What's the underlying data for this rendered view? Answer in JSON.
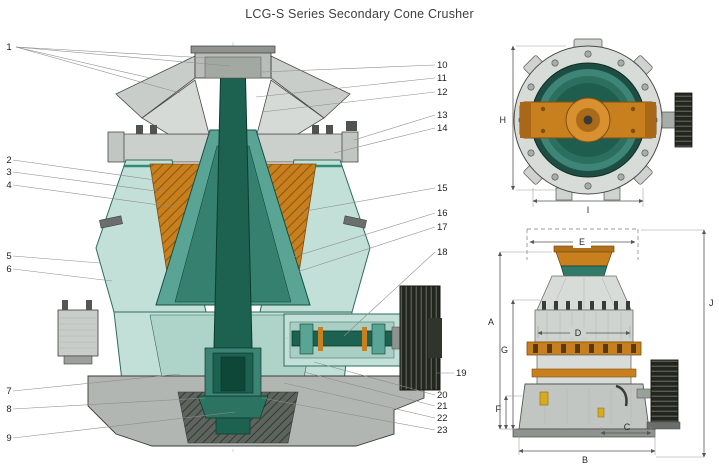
{
  "title": "LCG-S Series Secondary Cone Crusher",
  "sectional_view": {
    "callouts": {
      "left": [
        "1",
        "2",
        "3",
        "4",
        "5",
        "6",
        "7",
        "8",
        "9"
      ],
      "right": [
        "10",
        "11",
        "12",
        "13",
        "14",
        "15",
        "16",
        "17",
        "18",
        "19",
        "20",
        "21",
        "22",
        "23"
      ]
    }
  },
  "top_view": {
    "dims": {
      "h": "H",
      "i": "I"
    }
  },
  "side_view": {
    "dims": {
      "a": "A",
      "b": "B",
      "c": "C",
      "d": "D",
      "e": "E",
      "f": "F",
      "g": "G",
      "j": "J"
    }
  },
  "colors": {
    "body_teal_light": "#c3e0d8",
    "teal_mid": "#5aa495",
    "teal_dark": "#1d6150",
    "copper_orange": "#c8801f",
    "steel_gray": "#ccd0cc",
    "pulley_dark": "#23261f"
  }
}
